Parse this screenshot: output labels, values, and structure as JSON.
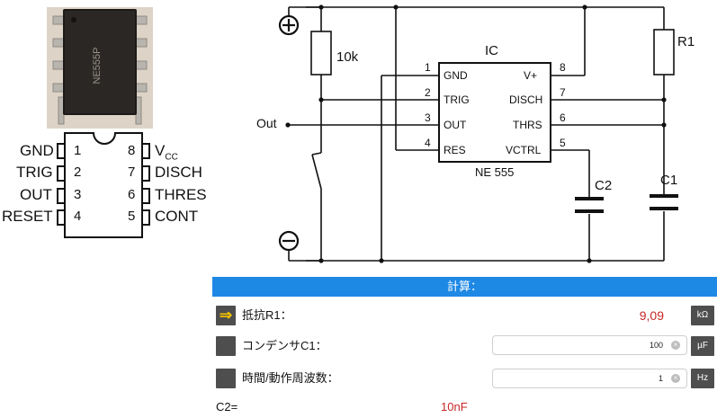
{
  "pinout": {
    "left": [
      {
        "label": "GND",
        "num": "1"
      },
      {
        "label": "TRIG",
        "num": "2"
      },
      {
        "label": "OUT",
        "num": "3"
      },
      {
        "label": "RESET",
        "num": "4"
      }
    ],
    "right": [
      {
        "label": "V",
        "sub": "CC",
        "num": "8"
      },
      {
        "label": "DISCH",
        "num": "7"
      },
      {
        "label": "THRES",
        "num": "6"
      },
      {
        "label": "CONT",
        "num": "5"
      }
    ],
    "chip_marking": "NE555P"
  },
  "schematic": {
    "ic_title": "IC",
    "ic_name": "NE 555",
    "pins_left": [
      {
        "num": "1",
        "name": "GND"
      },
      {
        "num": "2",
        "name": "TRIG"
      },
      {
        "num": "3",
        "name": "OUT"
      },
      {
        "num": "4",
        "name": "RES"
      }
    ],
    "pins_right": [
      {
        "num": "8",
        "name": "V+"
      },
      {
        "num": "7",
        "name": "DISCH"
      },
      {
        "num": "6",
        "name": "THRS"
      },
      {
        "num": "5",
        "name": "VCTRL"
      }
    ],
    "resistor_left": "10k",
    "resistor_right": "R1",
    "cap_c1": "C1",
    "cap_c2": "C2",
    "out_label": "Out",
    "plus": "+",
    "minus": "−"
  },
  "calc": {
    "header": "計算：",
    "rows": [
      {
        "label": "抵抗R1：",
        "value": "9,09",
        "unit": "kΩ"
      },
      {
        "label": "コンデンサC1：",
        "value": "100",
        "unit": "µF"
      },
      {
        "label": "時間/動作周波数：",
        "value": "1",
        "unit": "Hz"
      }
    ],
    "c2_label": "C2=",
    "c2_value": "10nF",
    "arrow_icon": "⇒"
  },
  "colors": {
    "accent": "#1e88e5",
    "result": "#c62828",
    "button": "#4e4e4e",
    "arrow": "#f5c400"
  }
}
